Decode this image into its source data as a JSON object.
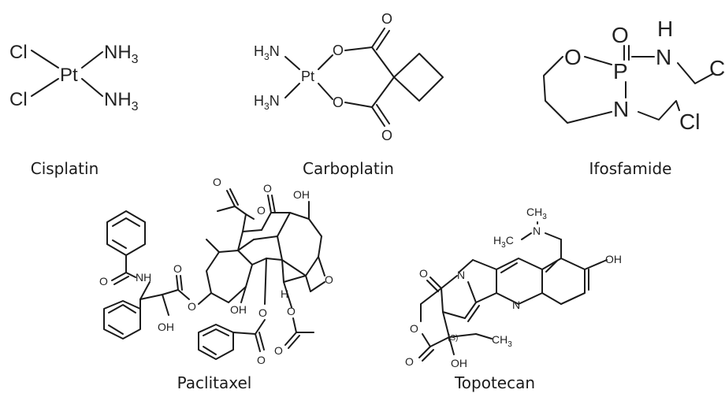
{
  "molecules": {
    "cisplatin": {
      "name": "Cisplatin",
      "atoms": {
        "cl": "Cl",
        "pt": "Pt",
        "nh3": "NH",
        "sub3": "3"
      }
    },
    "carboplatin": {
      "name": "Carboplatin",
      "atoms": {
        "h3n": "H",
        "n": "N",
        "sub3": "3",
        "pt": "Pt",
        "o": "O"
      }
    },
    "ifosfamide": {
      "name": "Ifosfamide",
      "atoms": {
        "o": "O",
        "p": "P",
        "n": "N",
        "h": "H",
        "cl": "Cl",
        "c": "C"
      }
    },
    "paclitaxel": {
      "name": "Paclitaxel",
      "atoms": {
        "o": "O",
        "nh": "NH",
        "oh": "OH",
        "h": "H"
      }
    },
    "topotecan": {
      "name": "Topotecan",
      "atoms": {
        "o": "O",
        "n": "N",
        "oh": "OH",
        "ch3": "CH",
        "sub3": "3",
        "h3c": "H",
        "s": "(S)"
      }
    }
  },
  "colors": {
    "ink": "#1a1a1a",
    "stereo": "#888888"
  }
}
